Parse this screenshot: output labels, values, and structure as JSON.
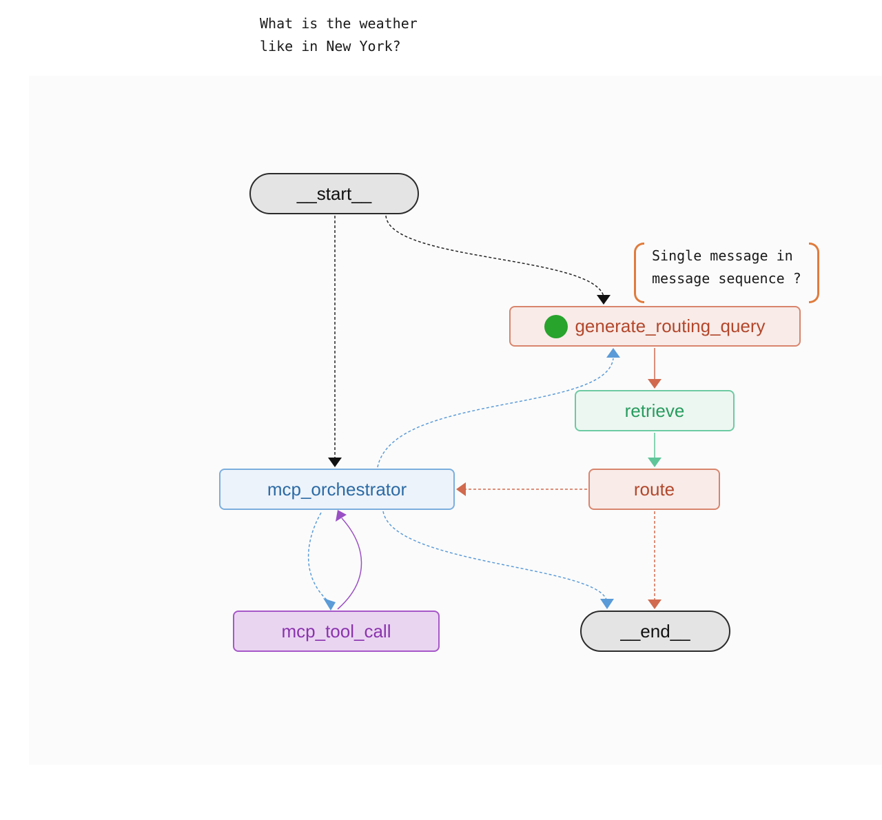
{
  "notes": {
    "user_query": "What is the weather\nlike in New York?",
    "condition": "Single message in\nmessage sequence ?"
  },
  "nodes": {
    "start": "__start__",
    "generate_routing_query": "generate_routing_query",
    "retrieve": "retrieve",
    "route": "route",
    "mcp_orchestrator": "mcp_orchestrator",
    "mcp_tool_call": "mcp_tool_call",
    "end": "__end__"
  },
  "active_node": "generate_routing_query",
  "edges": [
    {
      "from": "__start__",
      "to": "generate_routing_query",
      "style": "dashed",
      "color": "#222222"
    },
    {
      "from": "__start__",
      "to": "mcp_orchestrator",
      "style": "dashed",
      "color": "#222222"
    },
    {
      "from": "generate_routing_query",
      "to": "retrieve",
      "style": "solid",
      "color": "#d16a4e"
    },
    {
      "from": "retrieve",
      "to": "route",
      "style": "solid",
      "color": "#5fc69a"
    },
    {
      "from": "route",
      "to": "mcp_orchestrator",
      "style": "dashed",
      "color": "#d16a4e"
    },
    {
      "from": "route",
      "to": "__end__",
      "style": "dashed",
      "color": "#d16a4e"
    },
    {
      "from": "mcp_orchestrator",
      "to": "generate_routing_query",
      "style": "dashed",
      "color": "#5a9bd8"
    },
    {
      "from": "mcp_orchestrator",
      "to": "mcp_tool_call",
      "style": "dashed",
      "color": "#5a9bd8"
    },
    {
      "from": "mcp_orchestrator",
      "to": "__end__",
      "style": "dashed",
      "color": "#5a9bd8"
    },
    {
      "from": "mcp_tool_call",
      "to": "mcp_orchestrator",
      "style": "solid",
      "color": "#9a4fc4"
    }
  ],
  "colors": {
    "bracket": "#e07b3c",
    "active_dot": "#28a32c"
  }
}
